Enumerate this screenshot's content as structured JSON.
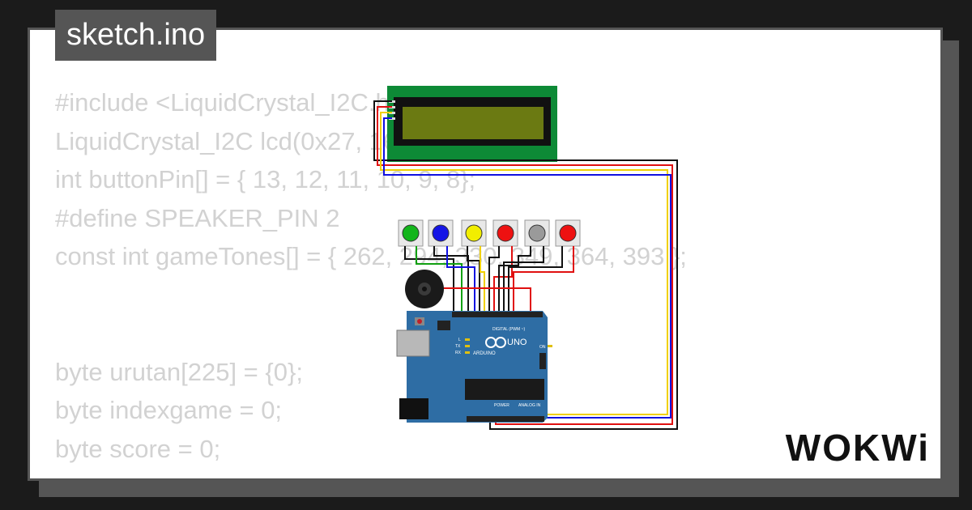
{
  "filename": "sketch.ino",
  "code_lines": [
    "#include <LiquidCrystal_I2C.h>",
    "LiquidCrystal_I2C lcd(0x27, 16, 2);",
    "int buttonPin[] = { 13, 12, 11, 10, 9, 8};",
    "#define SPEAKER_PIN 2",
    "const int gameTones[] = { 262, 294, 330, 349, 364, 393 };",
    "",
    "",
    "byte urutan[225] = {0};",
    "byte indexgame = 0;",
    "byte score = 0;"
  ],
  "logo": "WOKWi",
  "board": {
    "brand": "ARDUINO",
    "model": "UNO",
    "digital_label": "DIGITAL (PWM ~)",
    "analog_label": "ANALOG IN",
    "power_label": "POWER",
    "on_label": "ON",
    "tx_label": "TX",
    "rx_label": "RX",
    "l_label": "L",
    "color": "#2e6da4"
  },
  "buttons": [
    {
      "color": "#13b51b"
    },
    {
      "color": "#1515e6"
    },
    {
      "color": "#f2ee00"
    },
    {
      "color": "#ee1111"
    },
    {
      "color": "#9a9a9a"
    },
    {
      "color": "#ee1111"
    }
  ],
  "lcd": {
    "pcb_color": "#0d8a36",
    "screen_color": "#6b7a12"
  },
  "wire_colors": {
    "red": "#e01010",
    "black": "#111111",
    "yellow": "#f0d000",
    "blue": "#1010e0",
    "green": "#12a012"
  }
}
